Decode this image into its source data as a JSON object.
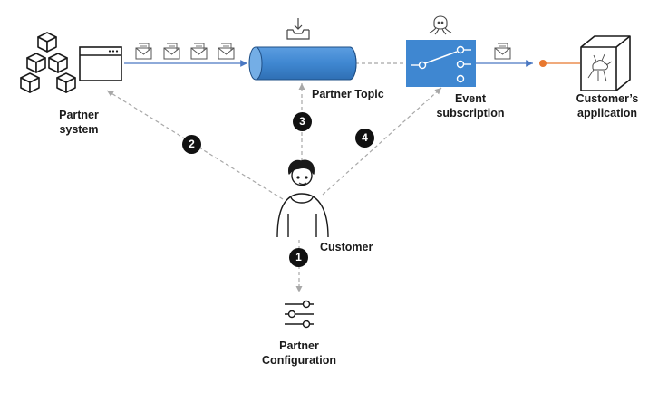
{
  "labels": {
    "partner_system": "Partner system",
    "partner_topic": "Partner Topic",
    "event_subscription": "Event subscription",
    "customer_application": "Customer’s application",
    "customer": "Customer",
    "partner_configuration": "Partner Configuration"
  },
  "steps": [
    "1",
    "2",
    "3",
    "4"
  ],
  "icons": {
    "partner_system": "cubes-icon",
    "browser": "browser-window-icon",
    "envelope": "envelope-icon",
    "inbox": "inbox-download-icon",
    "topic": "cylinder-topic-icon",
    "switch": "event-switch-icon",
    "octopus": "octopus-icon",
    "application": "application-box-icon",
    "customer": "customer-person-icon",
    "configuration": "sliders-icon"
  },
  "colors": {
    "topic_fill": "#3f87d1",
    "topic_fill_light": "#74aee6",
    "switch_fill": "#3f87d1",
    "flow_line": "#4a78c2",
    "connector_dot": "#e8782f",
    "connector_line": "#e8782f",
    "dashed": "#a8a8a8",
    "badge": "#111111"
  }
}
